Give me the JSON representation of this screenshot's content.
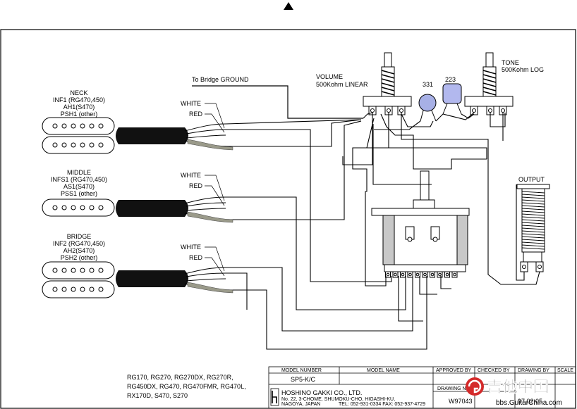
{
  "pickups": {
    "neck": {
      "title": "NECK",
      "line1": "INF1 (RG470,450)",
      "line2": "AH1(S470)",
      "line3": "PSH1 (other)"
    },
    "middle": {
      "title": "MIDDLE",
      "line1": "INFS1 (RG470,450)",
      "line2": "AS1(S470)",
      "line3": "PSS1 (other)"
    },
    "bridge": {
      "title": "BRIDGE",
      "line1": "INF2 (RG470,450)",
      "line2": "AH2(S470)",
      "line3": "PSH2 (other)"
    }
  },
  "wire_labels": {
    "white": "WHITE",
    "red": "RED"
  },
  "bridge_ground": "To Bridge GROUND",
  "volume": {
    "title": "VOLUME",
    "spec": "500Kohm LINEAR"
  },
  "tone": {
    "title": "TONE",
    "spec": "500Kohm LOG"
  },
  "capacitors": {
    "c331": "331",
    "c223": "223"
  },
  "output": "OUTPUT",
  "models": {
    "line1": "RG170, RG270, RG270DX, RG270R,",
    "line2": "RG450DX, RG470, RG470FMR, RG470L,",
    "line3": "RX170D, S470, S270"
  },
  "title_block": {
    "model_number_header": "MODEL NUMBER",
    "model_name_header": "MODEL NAME",
    "approved_by": "APPROVED BY",
    "checked_by": "CHECKED BY",
    "drawing_by": "DRAWING BY",
    "scale": "SCALE",
    "model_number": "SP5-K/C",
    "company": "HOSHINO GAKKI CO., LTD.",
    "address1": "No. 22, 3-CHOME, SHUMOKU-CHO, HIGASHI-KU,",
    "address2": "NAGOYA, JAPAN",
    "tel": "TEL: 052-931-0334  FAX: 052-937-4729",
    "drawing_number_label": "DRAWING NUMBER",
    "drawing_number": "W97043",
    "date": "97.02.05"
  },
  "watermark": {
    "text": "吉他中国",
    "url": "bbs.GuitarChina.com",
    "color": "#d42a2a"
  },
  "colors": {
    "ink": "#000000",
    "cable": "#111111",
    "ground_wire": "#9a9a8a",
    "cap_331": "#a7b0e6",
    "cap_223": "#b2b8ee"
  }
}
